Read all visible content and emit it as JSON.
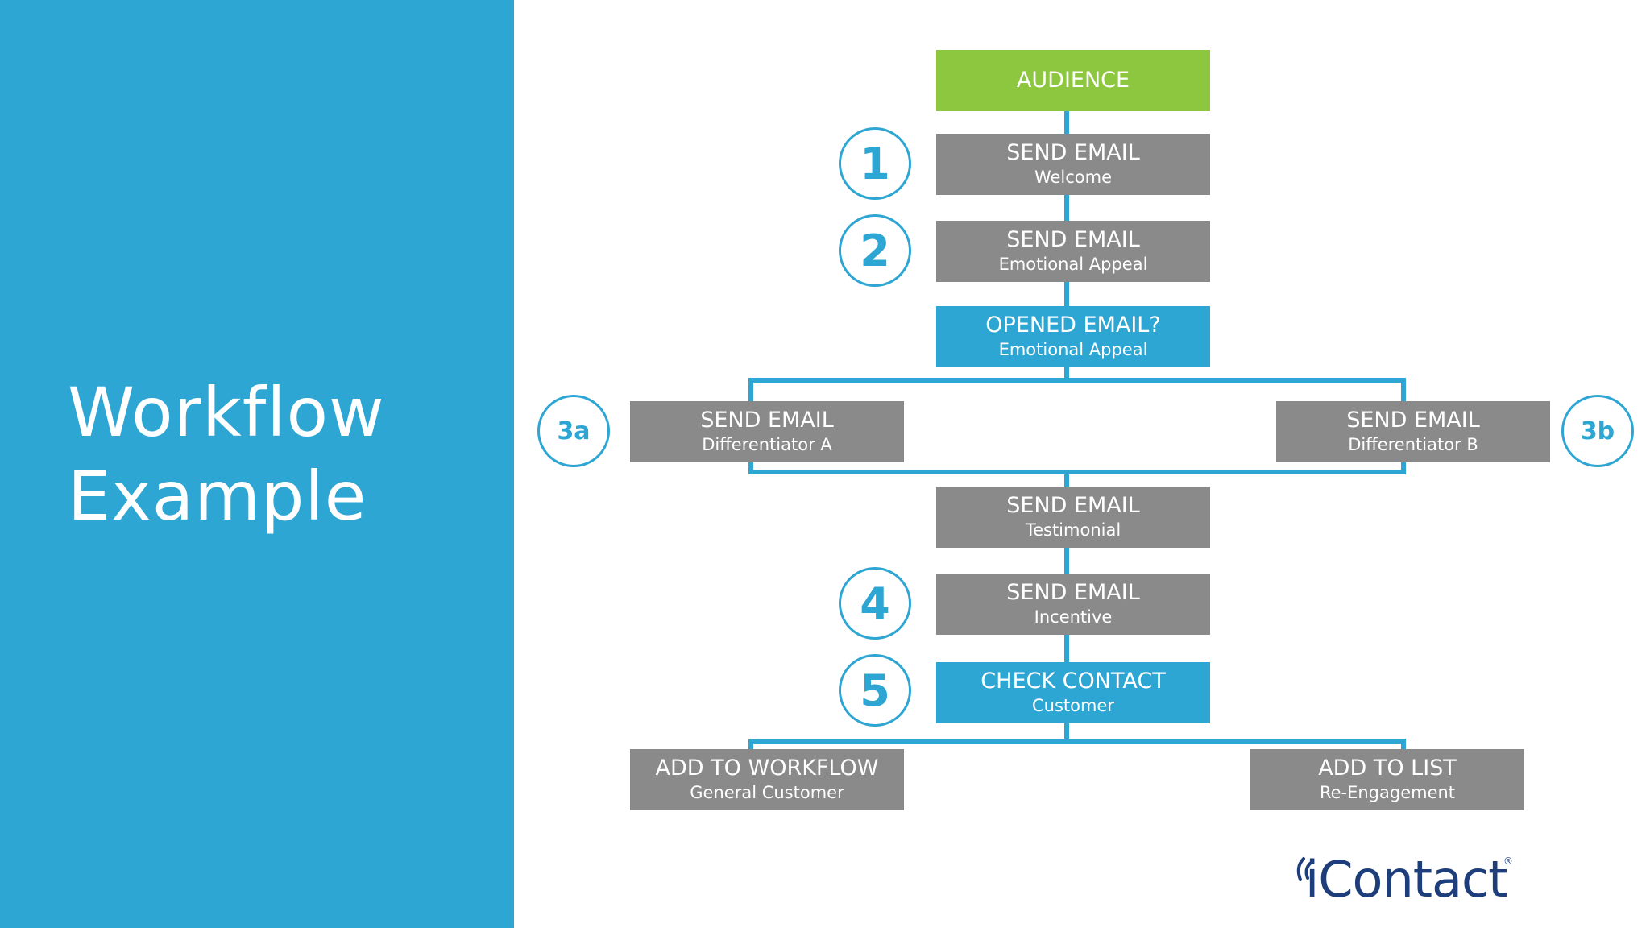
{
  "slide": {
    "title_line1": "Workflow",
    "title_line2": "Example"
  },
  "colors": {
    "panel_blue": "#2ea6d3",
    "audience_green": "#8dc63f",
    "step_gray": "#8a8a8a",
    "connector_blue": "#2ea6d3",
    "logo_navy": "#1d3e7a"
  },
  "nodes": {
    "audience": {
      "title": "AUDIENCE"
    },
    "welcome": {
      "title": "SEND EMAIL",
      "subtitle": "Welcome"
    },
    "emotional": {
      "title": "SEND EMAIL",
      "subtitle": "Emotional Appeal"
    },
    "opened": {
      "title": "OPENED EMAIL?",
      "subtitle": "Emotional Appeal"
    },
    "diff_a": {
      "title": "SEND EMAIL",
      "subtitle": "Differentiator A"
    },
    "diff_b": {
      "title": "SEND EMAIL",
      "subtitle": "Differentiator B"
    },
    "testimonial": {
      "title": "SEND EMAIL",
      "subtitle": "Testimonial"
    },
    "incentive": {
      "title": "SEND EMAIL",
      "subtitle": "Incentive"
    },
    "check": {
      "title": "CHECK CONTACT",
      "subtitle": "Customer"
    },
    "add_workflow": {
      "title": "ADD TO WORKFLOW",
      "subtitle": "General Customer"
    },
    "add_list": {
      "title": "ADD TO LIST",
      "subtitle": "Re-Engagement"
    }
  },
  "badges": {
    "step1": "1",
    "step2": "2",
    "step3a": "3a",
    "step3b": "3b",
    "step4": "4",
    "step5": "5"
  },
  "logo": {
    "text": "iContact",
    "reg": "®"
  }
}
